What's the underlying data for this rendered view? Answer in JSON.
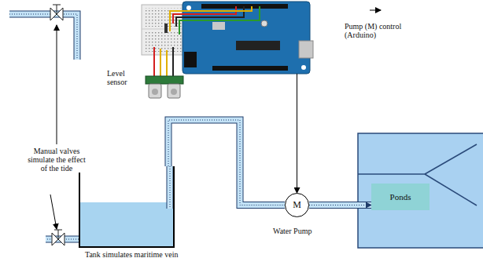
{
  "diagram": {
    "nodes": [
      {
        "text": [
          "Pump (M) control (Arduino)"
        ]
      },
      {
        "text": [
          "Tank simulates maritime vein"
        ]
      },
      {
        "text": [
          "M",
          "Water Pump"
        ]
      },
      {
        "text": [
          "Ponds"
        ]
      }
    ],
    "edges": [
      {
        "from": 0,
        "to": 2,
        "arrow": "to"
      },
      {
        "from": 1,
        "to": 2,
        "arrow": "none"
      },
      {
        "from": 2,
        "to": 3,
        "arrow": "to"
      }
    ],
    "labels": [
      "Level sensor",
      "Manual valves simulate the effect of the tide"
    ]
  }
}
